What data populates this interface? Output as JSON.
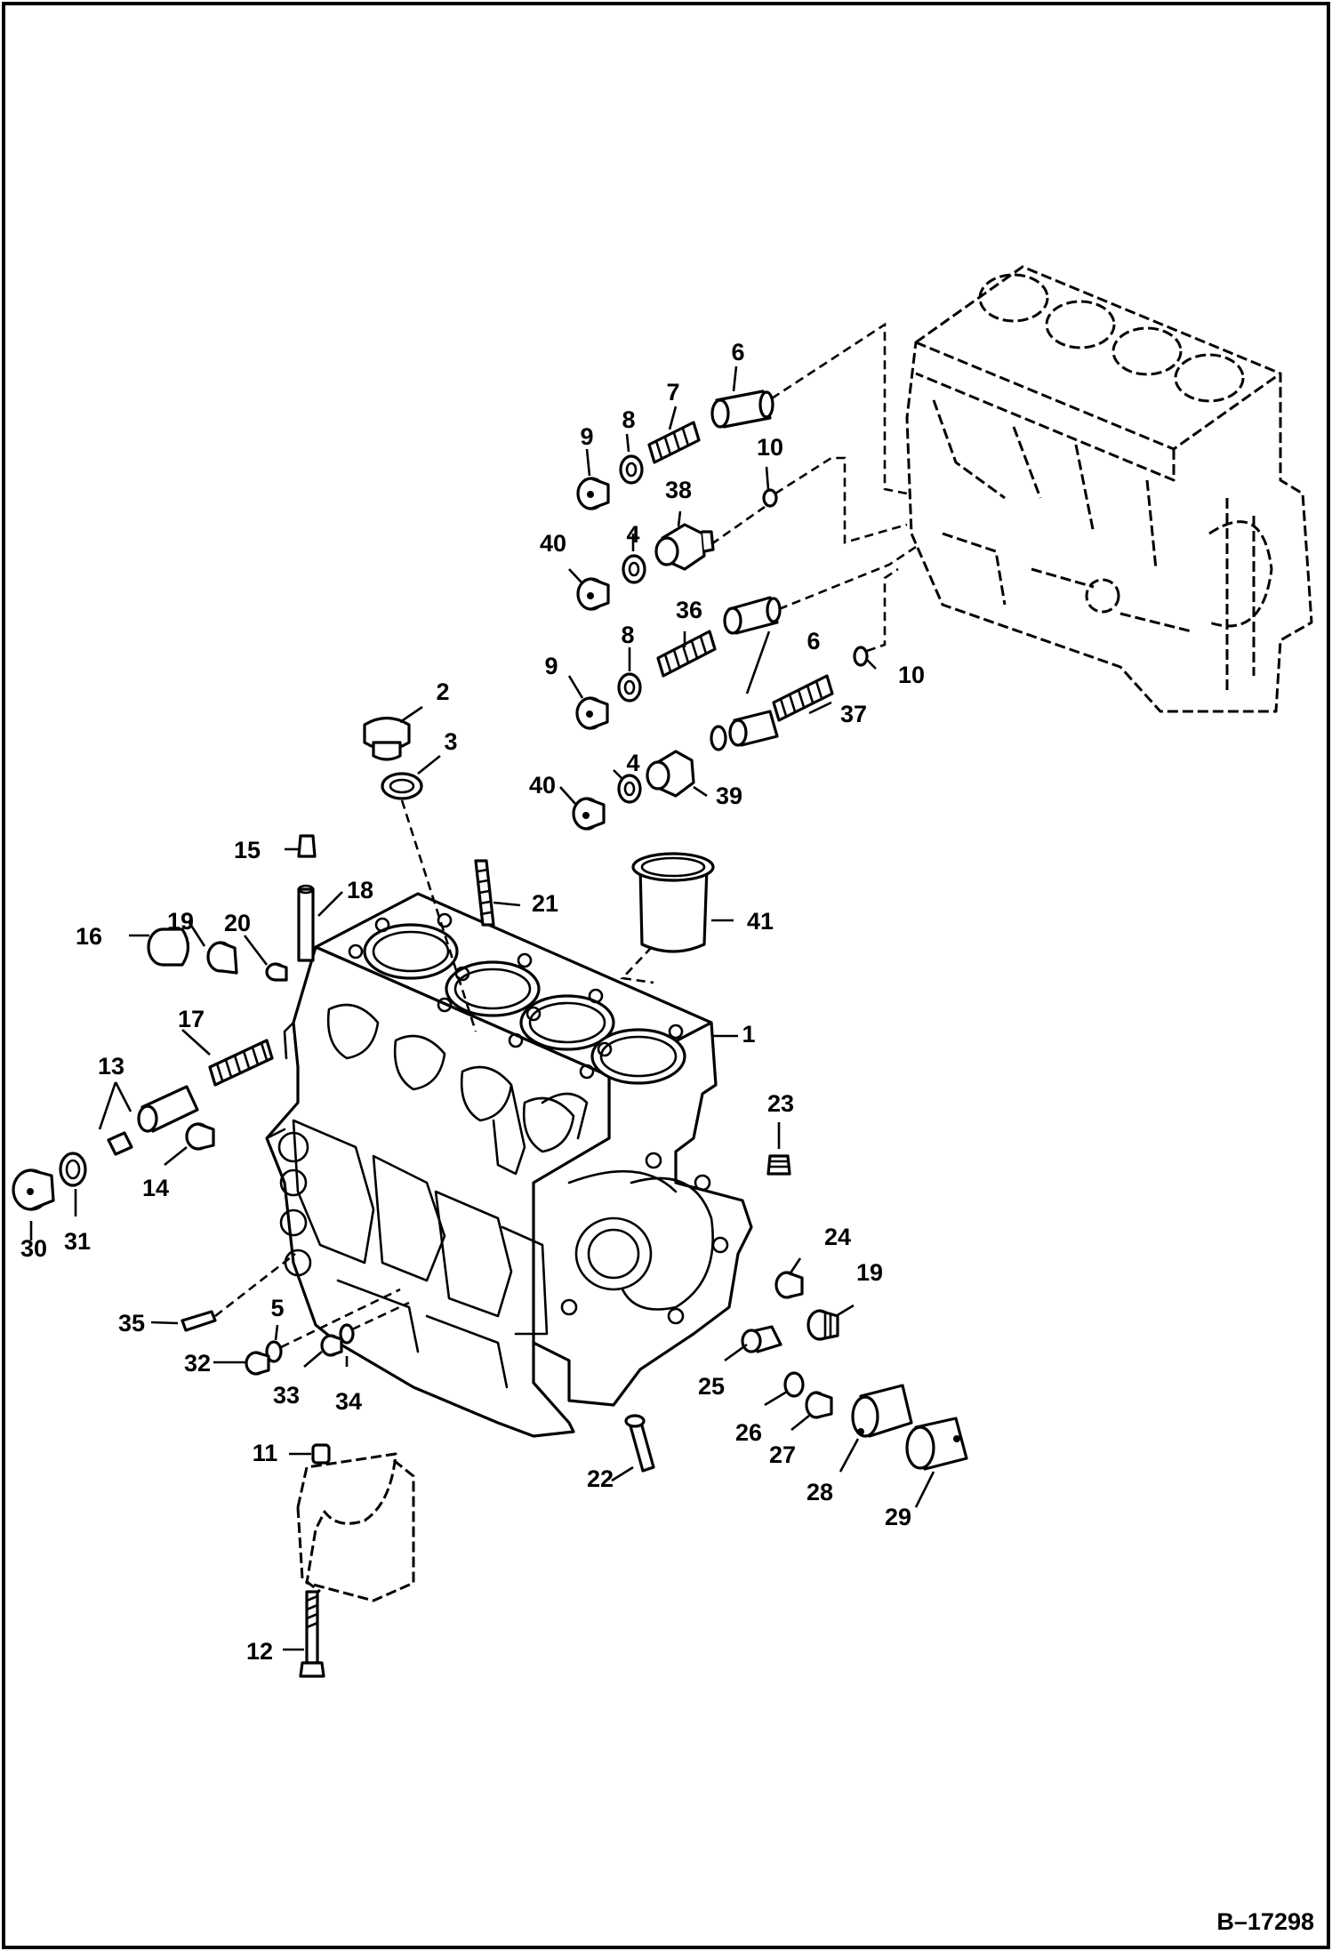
{
  "drawing_ref": "B–17298",
  "callouts": [
    "1",
    "2",
    "3",
    "4",
    "5",
    "6",
    "7",
    "8",
    "9",
    "10",
    "11",
    "12",
    "13",
    "14",
    "15",
    "16",
    "17",
    "18",
    "19",
    "20",
    "21",
    "22",
    "23",
    "24",
    "25",
    "26",
    "27",
    "28",
    "29",
    "30",
    "31",
    "32",
    "33",
    "34",
    "35",
    "36",
    "37",
    "38",
    "39",
    "40",
    "41"
  ]
}
